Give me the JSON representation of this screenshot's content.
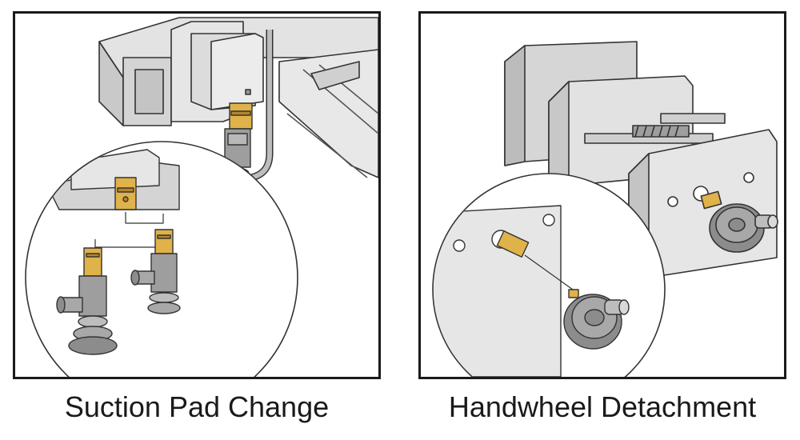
{
  "panels": [
    {
      "caption": "Suction Pad Change"
    },
    {
      "caption": "Handwheel Detachment"
    }
  ],
  "colors": {
    "frame": "#1a1a1a",
    "metal_light": "#d9d9d9",
    "metal_mid": "#bdbdbd",
    "metal_dark": "#8c8c8c",
    "brass": "#e0b24a",
    "brass_dark": "#b5862a",
    "inset_bg": "#eeeeee"
  },
  "icons": [
    "suction-pad-illustration",
    "handwheel-illustration"
  ]
}
